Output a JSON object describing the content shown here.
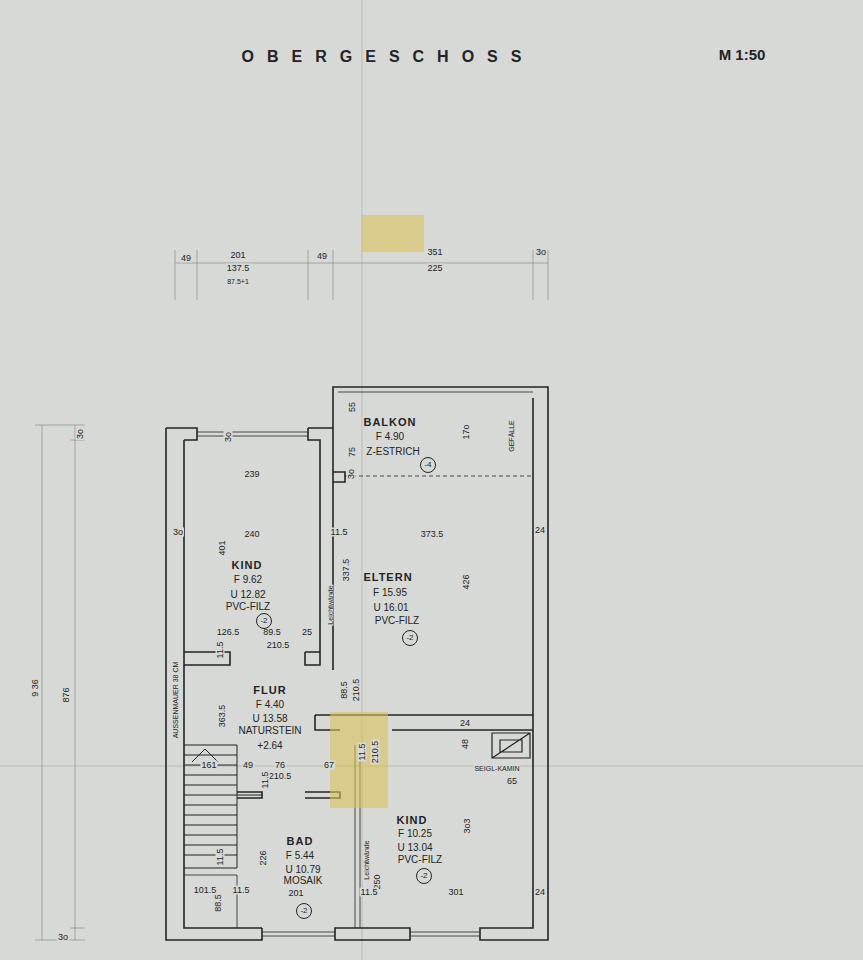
{
  "diagram": {
    "title": "OBERGESCHOSS",
    "nodes": [
      {
        "text": [
          "BALKON",
          "F 4.90",
          "Z-ESTRICH"
        ]
      },
      {
        "text": [
          "-4"
        ],
        "in": 0
      },
      {
        "text": [
          "KIND",
          "F 9.62",
          "U 12.82",
          "PVC-FILZ"
        ]
      },
      {
        "text": [
          "-2"
        ],
        "in": 2
      },
      {
        "text": [
          "ELTERN",
          "F 15.95",
          "U 16.01",
          "PVC-FILZ"
        ]
      },
      {
        "text": [
          "-2"
        ],
        "in": 4
      },
      {
        "text": [
          "FLUR",
          "F 4.40",
          "U 13.58",
          "NATURSTEIN",
          "+2.64"
        ]
      },
      {
        "text": [
          "KIND",
          "F 10.25",
          "U 13.04",
          "PVC-FILZ"
        ]
      },
      {
        "text": [
          "-2"
        ],
        "in": 7
      },
      {
        "text": [
          "BAD",
          "F 5.44",
          "U 10.79",
          "MOSAIK"
        ]
      },
      {
        "text": [
          "-2"
        ],
        "in": 9
      }
    ],
    "labels": [
      "M 1:50",
      "49",
      "201",
      "137.5",
      "87.5+1",
      "49",
      "351",
      "225",
      "3o",
      "3o",
      "9 36",
      "876",
      "3o",
      "AUSSENMAUER 38 CM",
      "55",
      "75",
      "3o",
      "17o",
      "GEFÄLLE",
      "3o",
      "239",
      "3o",
      "240",
      "401",
      "11.5",
      "337.5",
      "Leichtwände",
      "126.5",
      "89.5",
      "25",
      "210.5",
      "11.5",
      "373.5",
      "24",
      "426",
      "88.5",
      "210.5",
      "363.5",
      "24",
      "48",
      "SEIGL-KAMIN",
      "65",
      "161",
      "49",
      "76",
      "67",
      "210.5",
      "11.5",
      "11.5",
      "210.5",
      "3o3",
      "Leichtwände",
      "250",
      "301",
      "24",
      "11.5",
      "226",
      "11.5",
      "101.5",
      "11.5",
      "201",
      "88.5"
    ]
  }
}
